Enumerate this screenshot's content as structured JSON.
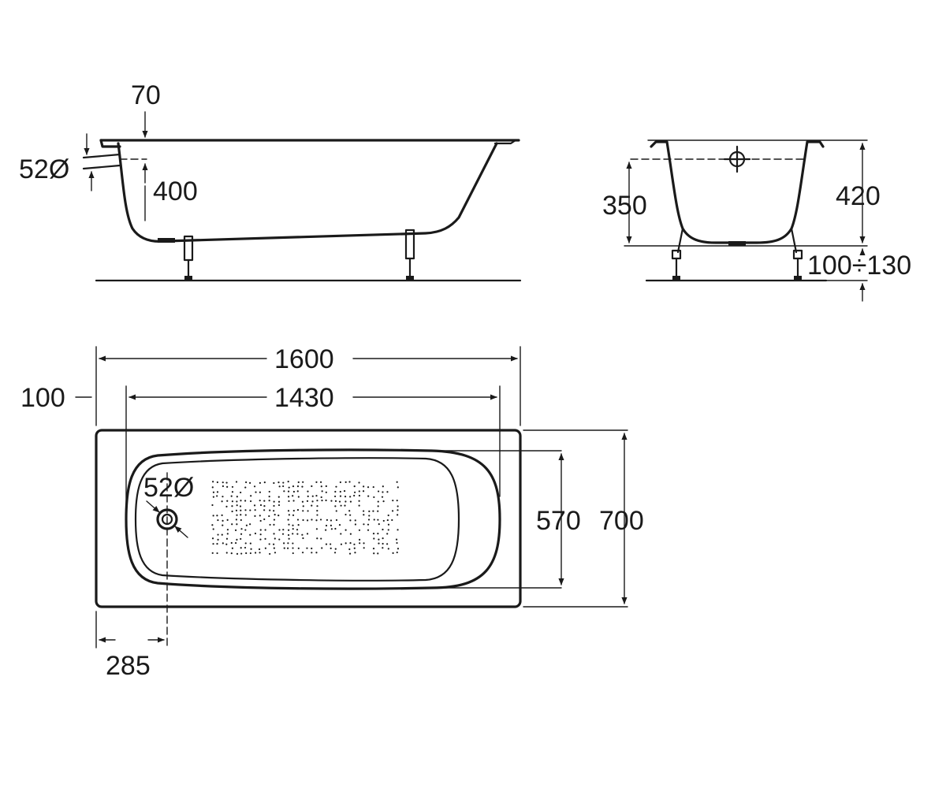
{
  "dimensions": {
    "side_view": {
      "rim_offset": "70",
      "overflow_diameter": "52Ø",
      "overflow_height": "400"
    },
    "end_view": {
      "overflow_center_height": "350",
      "total_height": "420",
      "leg_adjustment": "100÷130"
    },
    "plan_view": {
      "overall_length": "1600",
      "inner_length": "1430",
      "end_offset": "100",
      "drain_diameter": "52Ø",
      "inner_width": "570",
      "overall_width": "700",
      "drain_offset": "285"
    }
  },
  "colors": {
    "line": "#1a1a1a",
    "background": "#ffffff"
  }
}
